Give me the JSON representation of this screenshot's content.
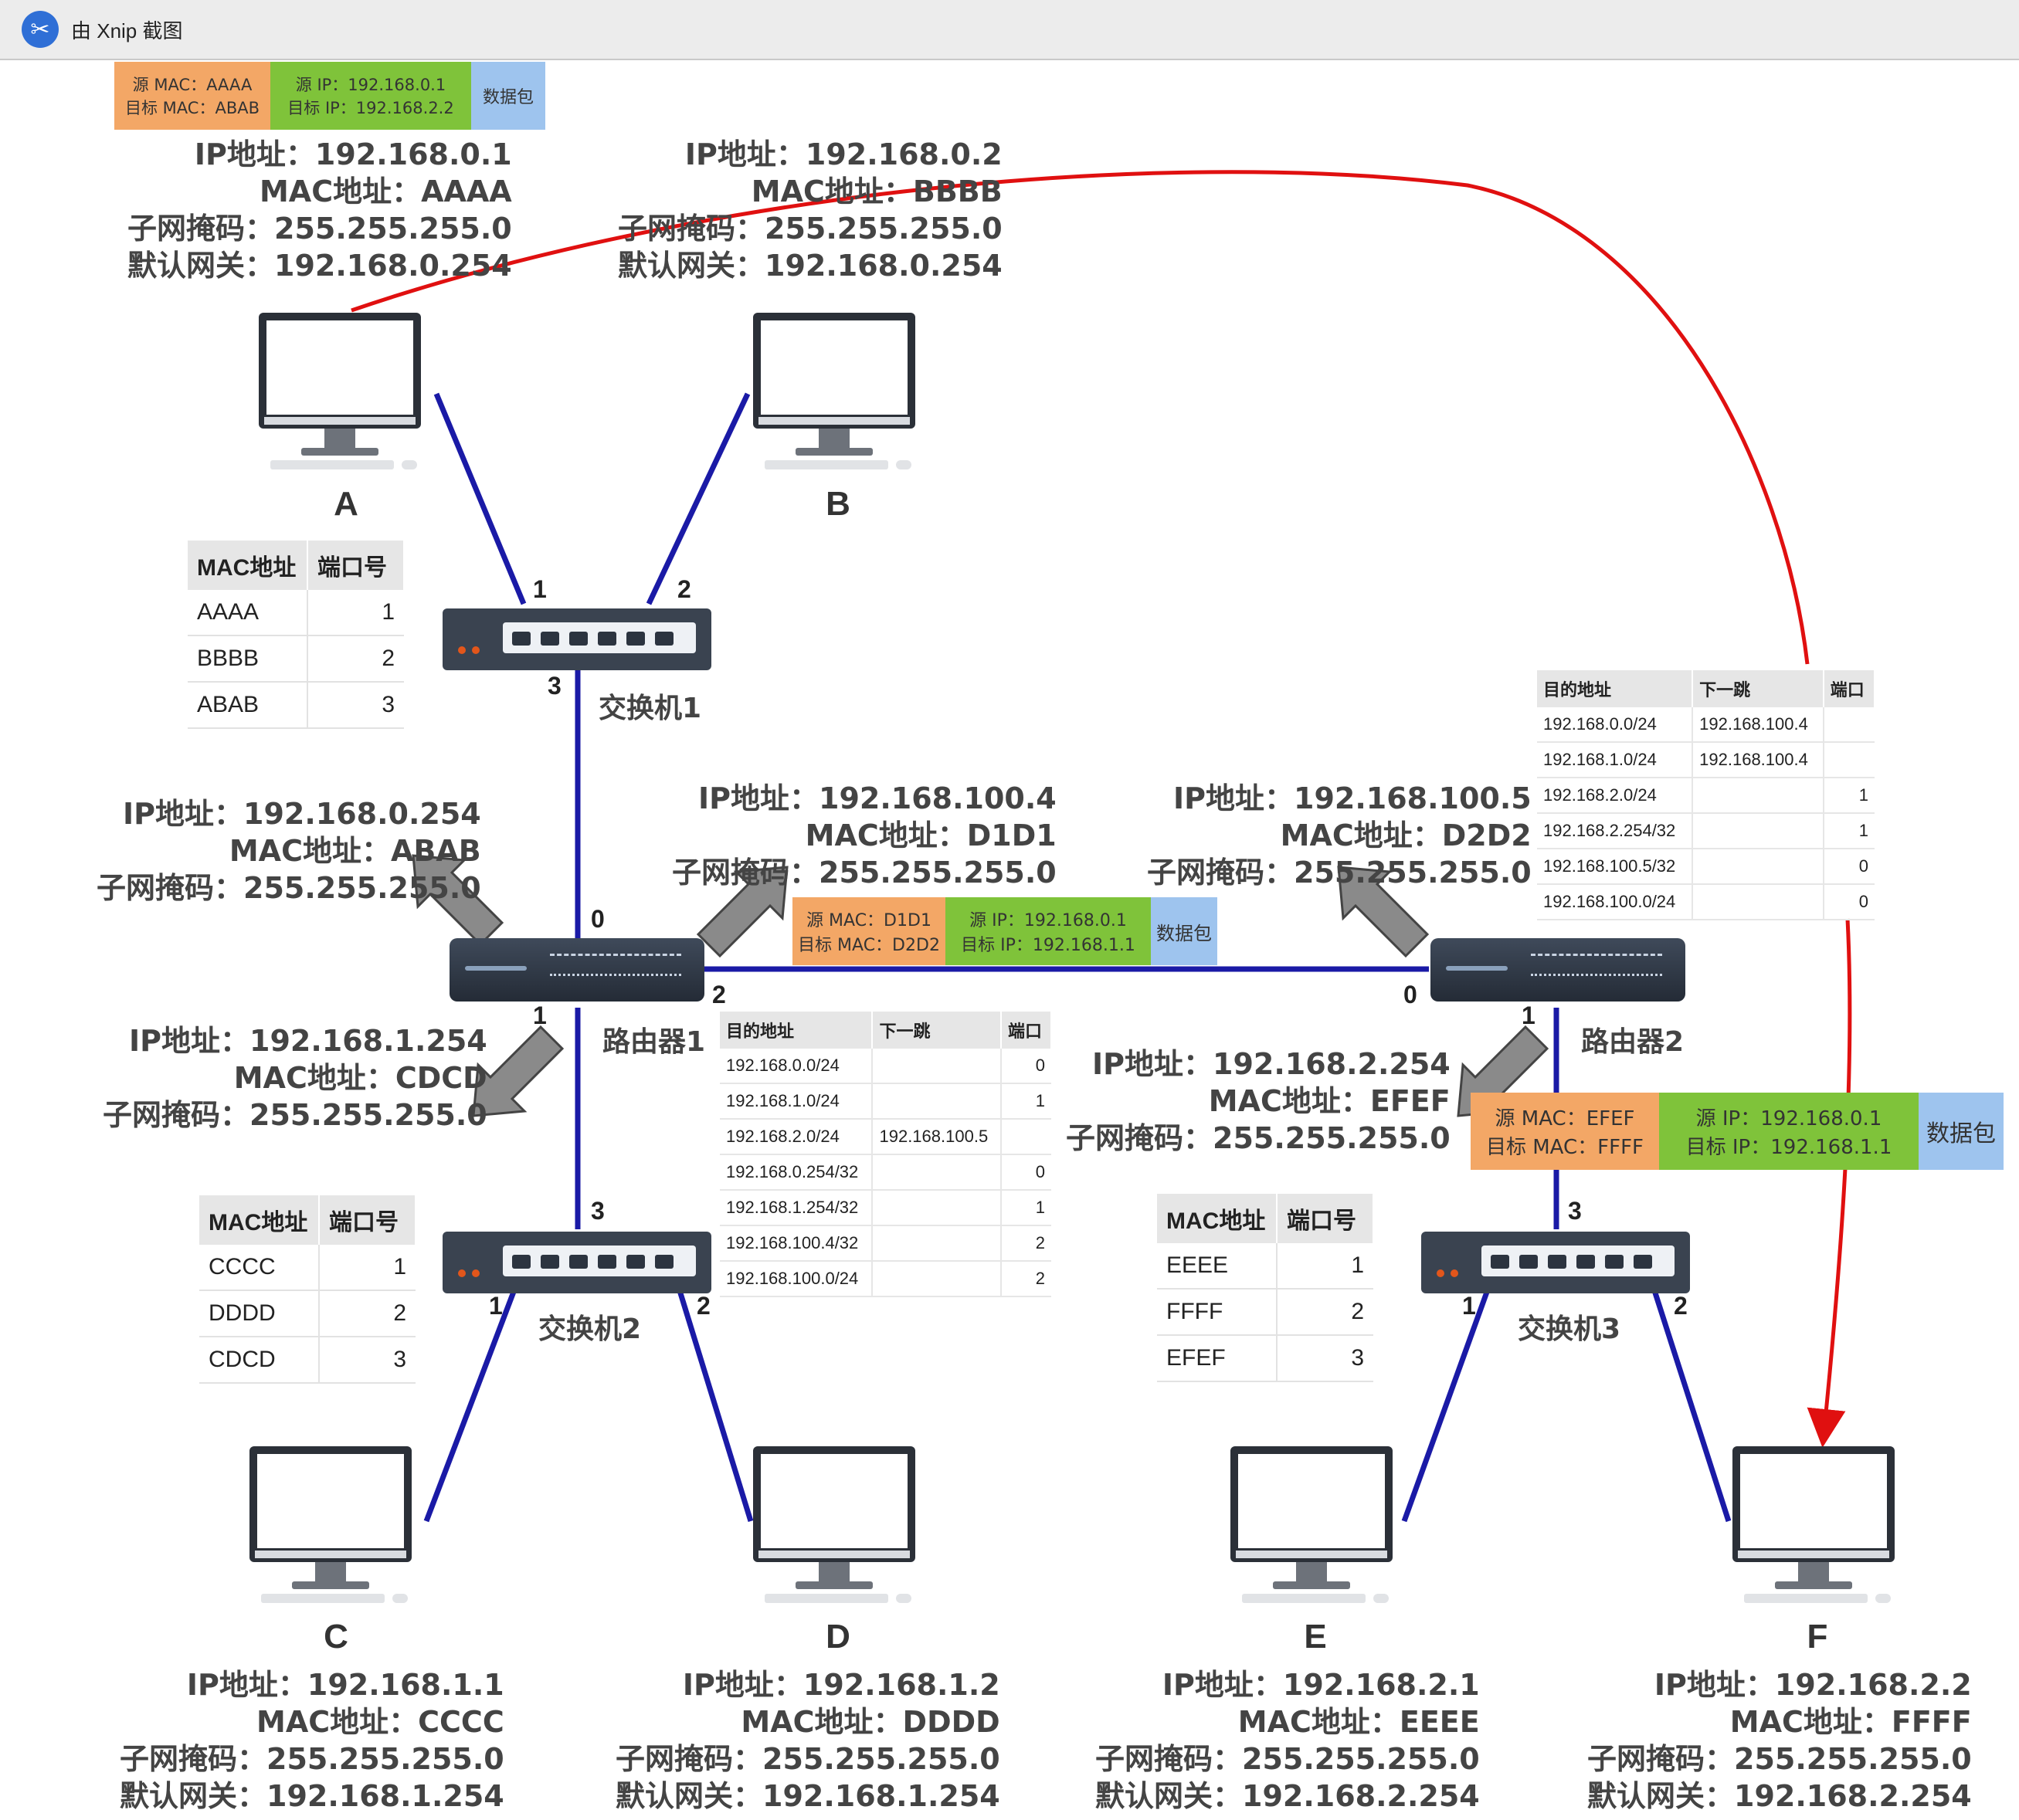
{
  "window": {
    "title": "由 Xnip 截图",
    "icon": "xnip-icon"
  },
  "hosts": [
    {
      "id": "A",
      "label": "A",
      "lines": [
        "IP地址：192.168.0.1",
        "MAC地址：AAAA",
        "子网掩码：255.255.255.0",
        "默认网关：192.168.0.254"
      ]
    },
    {
      "id": "B",
      "label": "B",
      "lines": [
        "IP地址：192.168.0.2",
        "MAC地址：BBBB",
        "子网掩码：255.255.255.0",
        "默认网关：192.168.0.254"
      ]
    },
    {
      "id": "C",
      "label": "C",
      "lines": [
        "IP地址：192.168.1.1",
        "MAC地址：CCCC",
        "子网掩码：255.255.255.0",
        "默认网关：192.168.1.254"
      ]
    },
    {
      "id": "D",
      "label": "D",
      "lines": [
        "IP地址：192.168.1.2",
        "MAC地址：DDDD",
        "子网掩码：255.255.255.0",
        "默认网关：192.168.1.254"
      ]
    },
    {
      "id": "E",
      "label": "E",
      "lines": [
        "IP地址：192.168.2.1",
        "MAC地址：EEEE",
        "子网掩码：255.255.255.0",
        "默认网关：192.168.2.254"
      ]
    },
    {
      "id": "F",
      "label": "F",
      "lines": [
        "IP地址：192.168.2.2",
        "MAC地址：FFFF",
        "子网掩码：255.255.255.0",
        "默认网关：192.168.2.254"
      ]
    }
  ],
  "interfaces": {
    "r1_0": [
      "IP地址：192.168.0.254",
      "MAC地址：ABAB",
      "子网掩码：255.255.255.0"
    ],
    "r1_1": [
      "IP地址：192.168.1.254",
      "MAC地址：CDCD",
      "子网掩码：255.255.255.0"
    ],
    "r1_2": [
      "IP地址：192.168.100.4",
      "MAC地址：D1D1",
      "子网掩码：255.255.255.0"
    ],
    "r2_0": [
      "IP地址：192.168.100.5",
      "MAC地址：D2D2",
      "子网掩码：255.255.255.0"
    ],
    "r2_1": [
      "IP地址：192.168.2.254",
      "MAC地址：EFEF",
      "子网掩码：255.255.255.0"
    ]
  },
  "devices": {
    "switch1": "交换机1",
    "switch2": "交换机2",
    "switch3": "交换机3",
    "router1": "路由器1",
    "router2": "路由器2"
  },
  "ports": {
    "sw1_1": "1",
    "sw1_2": "2",
    "sw1_3": "3",
    "sw2_1": "1",
    "sw2_2": "2",
    "sw2_3": "3",
    "sw3_1": "1",
    "sw3_2": "2",
    "sw3_3": "3",
    "r1_0": "0",
    "r1_1": "1",
    "r1_2": "2",
    "r2_0": "0",
    "r2_1": "1"
  },
  "mac_tables": {
    "headers": [
      "MAC地址",
      "端口号"
    ],
    "switch1": [
      [
        "AAAA",
        "1"
      ],
      [
        "BBBB",
        "2"
      ],
      [
        "ABAB",
        "3"
      ]
    ],
    "switch2": [
      [
        "CCCC",
        "1"
      ],
      [
        "DDDD",
        "2"
      ],
      [
        "CDCD",
        "3"
      ]
    ],
    "switch3": [
      [
        "EEEE",
        "1"
      ],
      [
        "FFFF",
        "2"
      ],
      [
        "EFEF",
        "3"
      ]
    ]
  },
  "routing_tables": {
    "headers": [
      "目的地址",
      "下一跳",
      "端口"
    ],
    "router1": [
      [
        "192.168.0.0/24",
        "",
        "0"
      ],
      [
        "192.168.1.0/24",
        "",
        "1"
      ],
      [
        "192.168.2.0/24",
        "192.168.100.5",
        ""
      ],
      [
        "192.168.0.254/32",
        "",
        "0"
      ],
      [
        "192.168.1.254/32",
        "",
        "1"
      ],
      [
        "192.168.100.4/32",
        "",
        "2"
      ],
      [
        "192.168.100.0/24",
        "",
        "2"
      ]
    ],
    "router2": [
      [
        "192.168.0.0/24",
        "192.168.100.4",
        ""
      ],
      [
        "192.168.1.0/24",
        "192.168.100.4",
        ""
      ],
      [
        "192.168.2.0/24",
        "",
        "1"
      ],
      [
        "192.168.2.254/32",
        "",
        "1"
      ],
      [
        "192.168.100.5/32",
        "",
        "0"
      ],
      [
        "192.168.100.0/24",
        "",
        "0"
      ]
    ]
  },
  "packets": {
    "p1": {
      "mac": [
        "源 MAC：AAAA",
        "目标 MAC：ABAB"
      ],
      "ip": [
        "源 IP：192.168.0.1",
        "目标 IP：192.168.2.2"
      ],
      "data": "数据包"
    },
    "p2": {
      "mac": [
        "源 MAC：D1D1",
        "目标 MAC：D2D2"
      ],
      "ip": [
        "源 IP：192.168.0.1",
        "目标 IP：192.168.1.1"
      ],
      "data": "数据包"
    },
    "p3": {
      "mac": [
        "源 MAC：EFEF",
        "目标 MAC：FFFF"
      ],
      "ip": [
        "源 IP：192.168.0.1",
        "目标 IP：192.168.1.1"
      ],
      "data": "数据包"
    }
  },
  "colors": {
    "link": "#1a1aa6",
    "path": "#e01010",
    "mac_header": "#f3a766",
    "ip_header": "#7fc33a",
    "payload": "#9ec4ee"
  }
}
